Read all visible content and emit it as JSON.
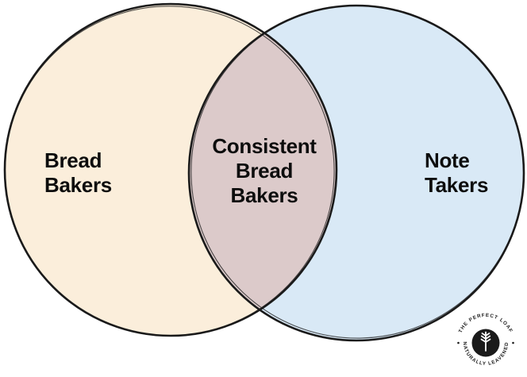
{
  "diagram": {
    "type": "venn",
    "stroke_color": "#1a1a1a",
    "text_color": "#0d0d0d",
    "left_circle": {
      "fill": "#fbeedb",
      "label_lines": [
        "Bread",
        "Bakers"
      ]
    },
    "right_circle": {
      "fill": "#d9e9f6",
      "label_lines": [
        "Note",
        "Takers"
      ]
    },
    "overlap": {
      "fill": "#dccaca",
      "label_lines": [
        "Consistent",
        "Bread",
        "Bakers"
      ]
    }
  },
  "logo": {
    "top_text": "THE PERFECT LOAF",
    "bottom_text": "NATURALLY LEAVENED",
    "icon": "wheat-icon",
    "color": "#1a1a1a"
  }
}
